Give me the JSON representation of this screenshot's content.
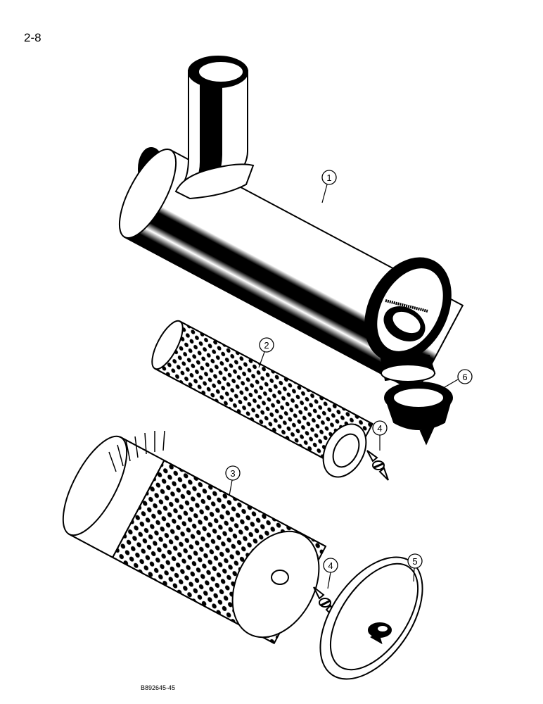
{
  "page": {
    "number": "2-8",
    "figure_code": "B892645-45"
  },
  "callouts": [
    {
      "id": "1",
      "label": "1"
    },
    {
      "id": "2",
      "label": "2"
    },
    {
      "id": "3",
      "label": "3"
    },
    {
      "id": "4a",
      "label": "4"
    },
    {
      "id": "4b",
      "label": "4"
    },
    {
      "id": "5",
      "label": "5"
    },
    {
      "id": "6",
      "label": "6"
    }
  ],
  "colors": {
    "ink": "#000000",
    "paper": "#ffffff",
    "shade": "#d9d9d9"
  }
}
